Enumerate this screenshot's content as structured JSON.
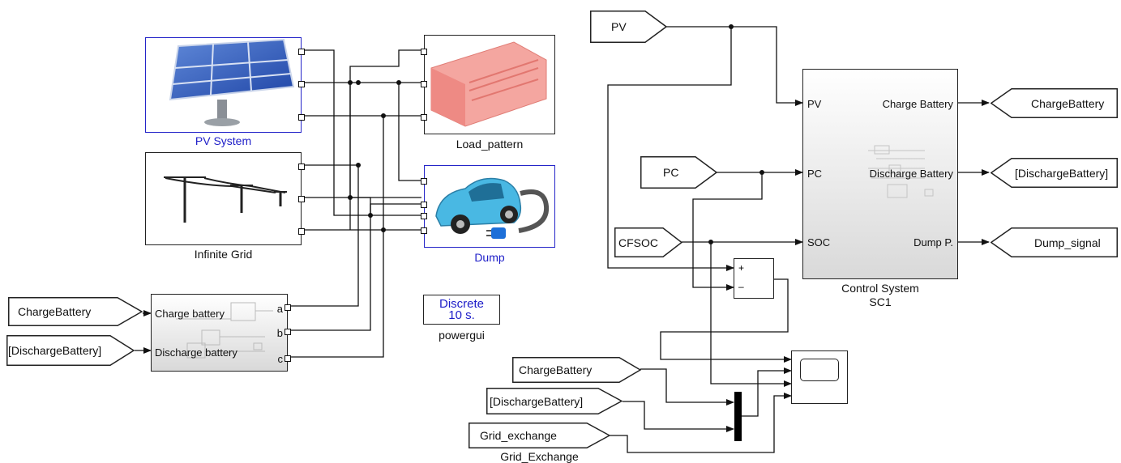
{
  "blocks": {
    "pv_system": {
      "label": "PV System"
    },
    "load_pattern": {
      "label": "Load_pattern"
    },
    "infinite_grid": {
      "label": "Infinite Grid"
    },
    "dump": {
      "label": "Dump"
    },
    "battery": {
      "in_ports": [
        "Charge battery",
        "Discharge battery"
      ],
      "out_ports": [
        "a",
        "b",
        "c"
      ]
    },
    "control_system": {
      "label_line1": "Control System",
      "label_line2": "SC1",
      "in_ports": [
        "PV",
        "PC",
        "SOC"
      ],
      "out_ports": [
        "Charge Battery",
        "Discharge Battery",
        "Dump P."
      ]
    },
    "powergui": {
      "line1": "Discrete",
      "line2": "10 s.",
      "label": "powergui"
    },
    "grid_exchange": {
      "label": "Grid_Exchange"
    },
    "sum": {
      "signs": [
        "+",
        "–"
      ]
    }
  },
  "tags": {
    "from_charge_left": "ChargeBattery",
    "from_discharge_left": "[DischargeBattery]",
    "from_pv": "PV",
    "from_pc": "PC",
    "from_cfsoc": "CFSOC",
    "goto_charge": "ChargeBattery",
    "goto_discharge": "[DischargeBattery]",
    "goto_dump": "Dump_signal",
    "from_charge_bottom": "ChargeBattery",
    "from_discharge_bottom": "[DischargeBattery]",
    "from_grid_exchange": "Grid_exchange"
  }
}
